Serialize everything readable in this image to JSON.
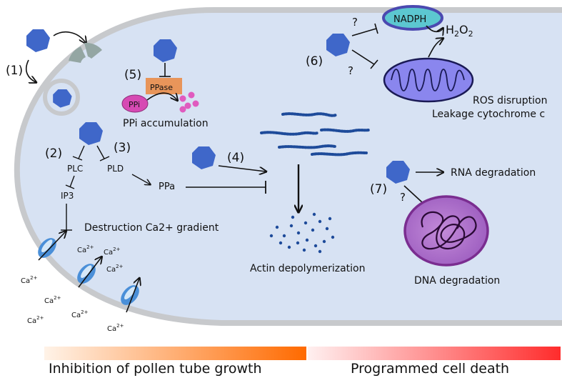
{
  "labels": {
    "step1": "(1)",
    "step2": "(2)",
    "step3": "(3)",
    "step4": "(4)",
    "step5": "(5)",
    "step6": "(6)",
    "step7": "(7)",
    "question": "?",
    "ppase": "PPase",
    "ppi": "PPi",
    "ppi_accumulation": "PPi accumulation",
    "nadph": "NADPH",
    "h2o2_main": "H",
    "h2o2_sub": "2",
    "h2o2_mid": "O",
    "ros_disruption": "ROS disruption",
    "leakage_cytochrome": "Leakage cytochrome c",
    "plc": "PLC",
    "pld": "PLD",
    "ip3": "IP3",
    "ppa": "PPa",
    "destruction_ca": "Destruction Ca2+ gradient",
    "ca_base": "Ca",
    "ca_sup": "2+",
    "actin_depolymerization": "Actin depolymerization",
    "rna_degradation": "RNA degradation",
    "dna_degradation": "DNA degradation"
  },
  "bottom_bar": {
    "left_label": "Inhibition of pollen tube growth",
    "right_label": "Programmed cell death"
  },
  "colors": {
    "cell_fill": "#d7e2f3",
    "cell_border": "#c7c9cc",
    "toxin": "#3f67c9",
    "ppase_box": "#e8955a",
    "ppi": "#d64ab3",
    "nadph": "#5cc7d0",
    "mito": "#8a86ee",
    "nucleus": "#a063c4",
    "actin": "#1e4b9a",
    "orange_bar": "#ff6a00",
    "red_bar": "#ff3030"
  }
}
